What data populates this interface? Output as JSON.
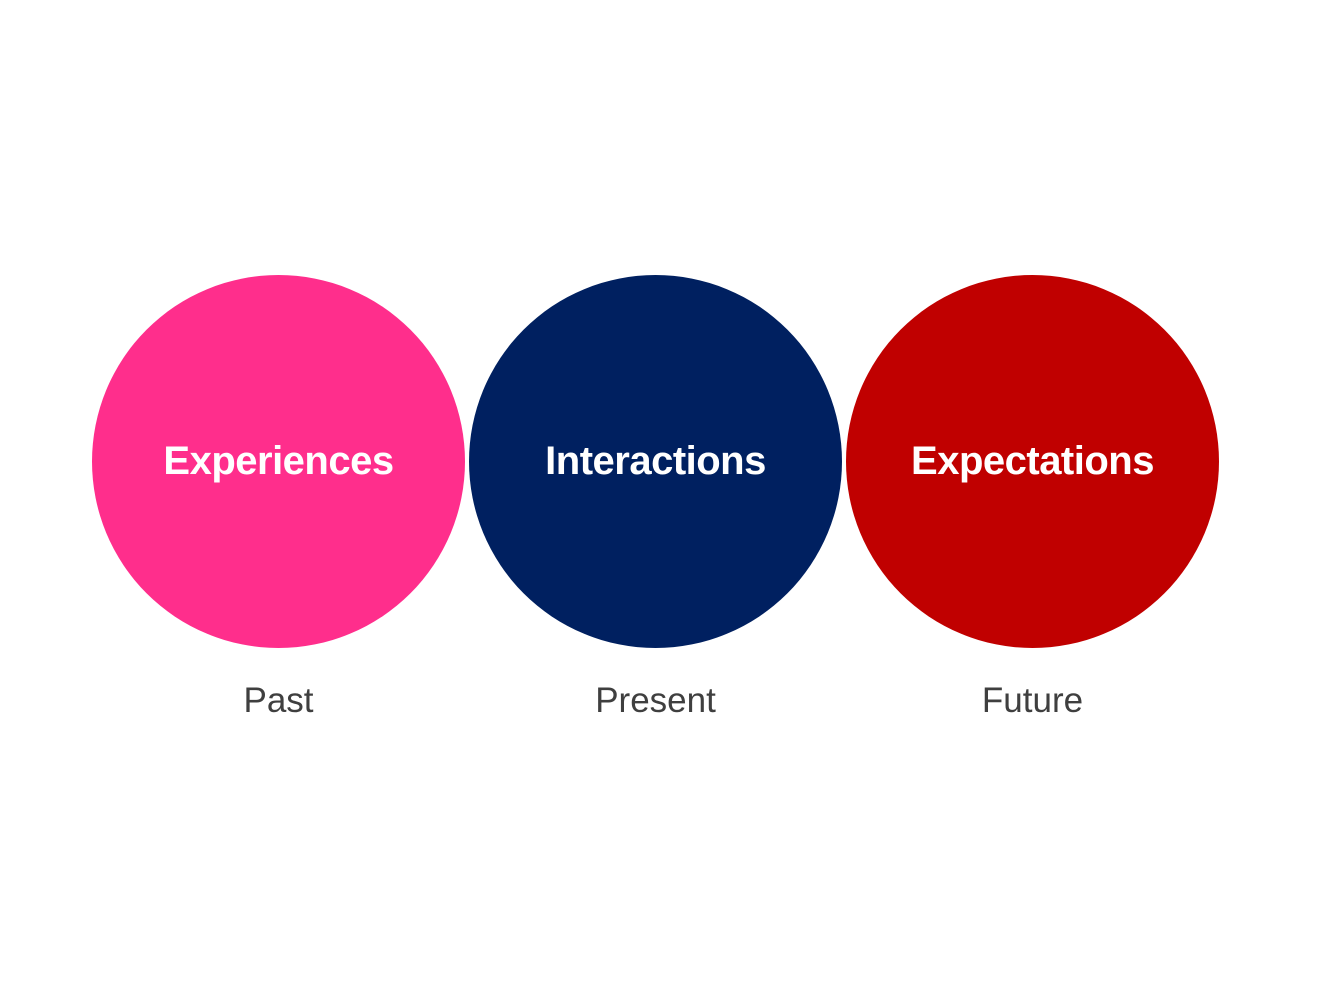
{
  "diagram": {
    "background_color": "#FFFFFF",
    "circle_text_color": "#FFFFFF",
    "sublabel_color": "#3F3F3F",
    "items": [
      {
        "label": "Experiences",
        "sublabel": "Past",
        "color": "#FF2E8C"
      },
      {
        "label": "Interactions",
        "sublabel": "Present",
        "color": "#002060"
      },
      {
        "label": "Expectations",
        "sublabel": "Future",
        "color": "#C00000"
      }
    ]
  }
}
